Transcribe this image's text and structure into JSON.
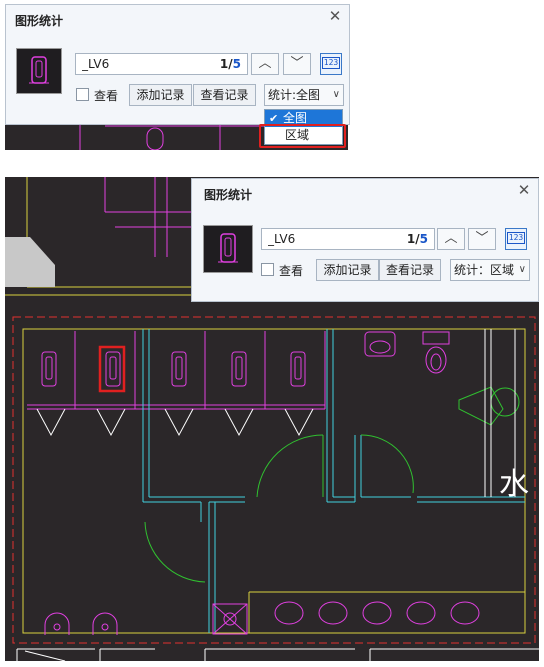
{
  "dialog": {
    "title": "图形统计",
    "close_icon": "close-icon",
    "block_name": "_LV6",
    "current_index": "1",
    "separator": "/",
    "total_count": "5",
    "prev_icon": "chevron-up-icon",
    "next_icon": "chevron-down-icon",
    "number_icon": "123",
    "view_label": "查看",
    "add_record_label": "添加记录",
    "view_record_label": "查看记录",
    "stat_label_compact": "统计:全图",
    "stat_label_area": "统计：区域"
  },
  "dropdown": {
    "options": [
      "全图",
      "区域"
    ],
    "selected": "全图",
    "highlighted": "区域"
  },
  "canvas": {
    "room_label": "水"
  },
  "colors": {
    "accent": "#1e76d8",
    "highlight": "#e02020",
    "magenta": "#e040e0",
    "cyan": "#40d0e0",
    "green": "#30c030",
    "yellow": "#d8d040"
  }
}
